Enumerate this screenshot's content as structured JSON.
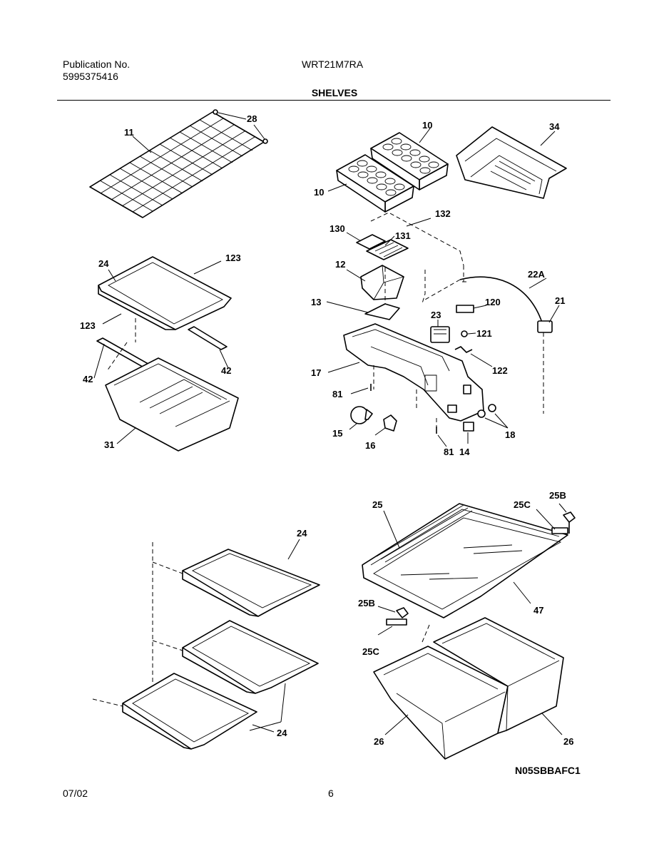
{
  "header": {
    "publication_label": "Publication No.",
    "publication_number": "5995375416",
    "model": "WRT21M7RA",
    "section_title": "SHELVES"
  },
  "footer": {
    "date": "07/02",
    "page": "6",
    "drawing_id": "N05SBBAFC1"
  },
  "callouts": {
    "c11": "11",
    "c28": "28",
    "c10a": "10",
    "c10b": "10",
    "c34": "34",
    "c132": "132",
    "c130": "130",
    "c131": "131",
    "c12": "12",
    "c13": "13",
    "c22A": "22A",
    "c21": "21",
    "c120": "120",
    "c23": "23",
    "c121": "121",
    "c122": "122",
    "c17": "17",
    "c81a": "81",
    "c81b": "81",
    "c15": "15",
    "c16": "16",
    "c14": "14",
    "c18": "18",
    "c24a": "24",
    "c123a": "123",
    "c123b": "123",
    "c42a": "42",
    "c42b": "42",
    "c31": "31",
    "c24b": "24",
    "c24c": "24",
    "c25": "25",
    "c25C_top": "25C",
    "c25B_top": "25B",
    "c47": "47",
    "c25B_bot": "25B",
    "c25C_bot": "25C",
    "c26a": "26",
    "c26b": "26"
  }
}
